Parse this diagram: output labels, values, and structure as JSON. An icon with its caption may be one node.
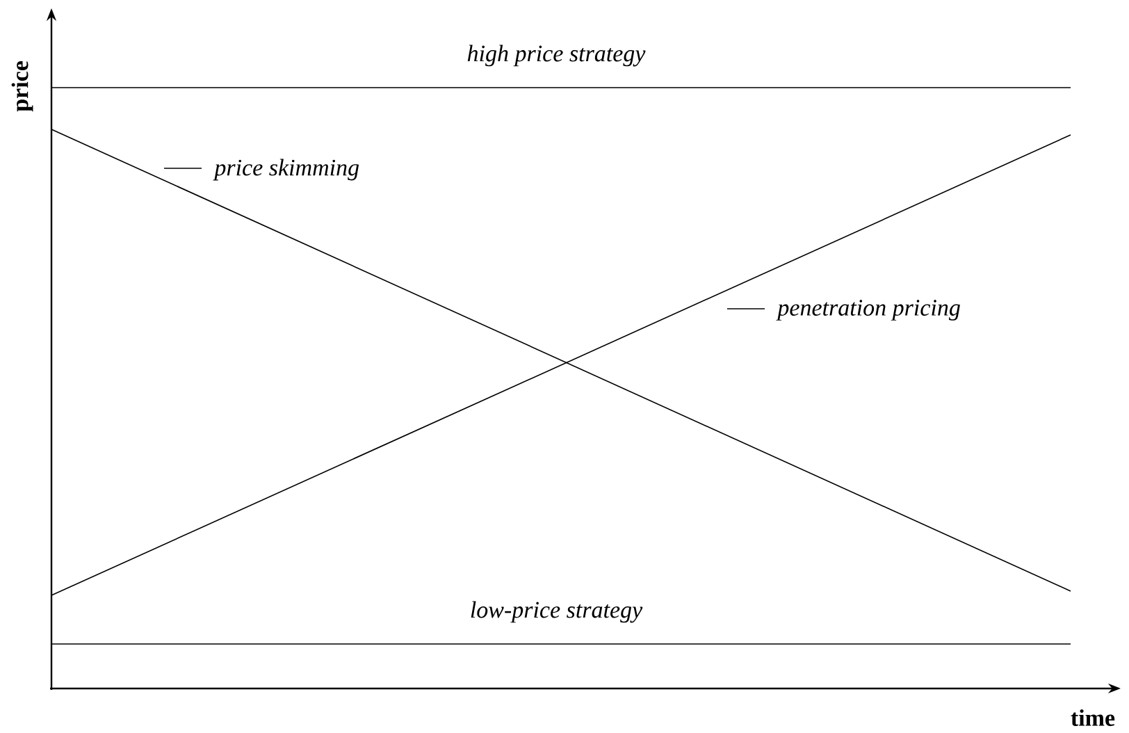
{
  "diagram": {
    "labels": [
      "price",
      "high price strategy",
      "low-price strategy",
      "time"
    ],
    "legend": [
      {
        "text": "price skimming"
      },
      {
        "text": "penetration pricing"
      }
    ]
  }
}
